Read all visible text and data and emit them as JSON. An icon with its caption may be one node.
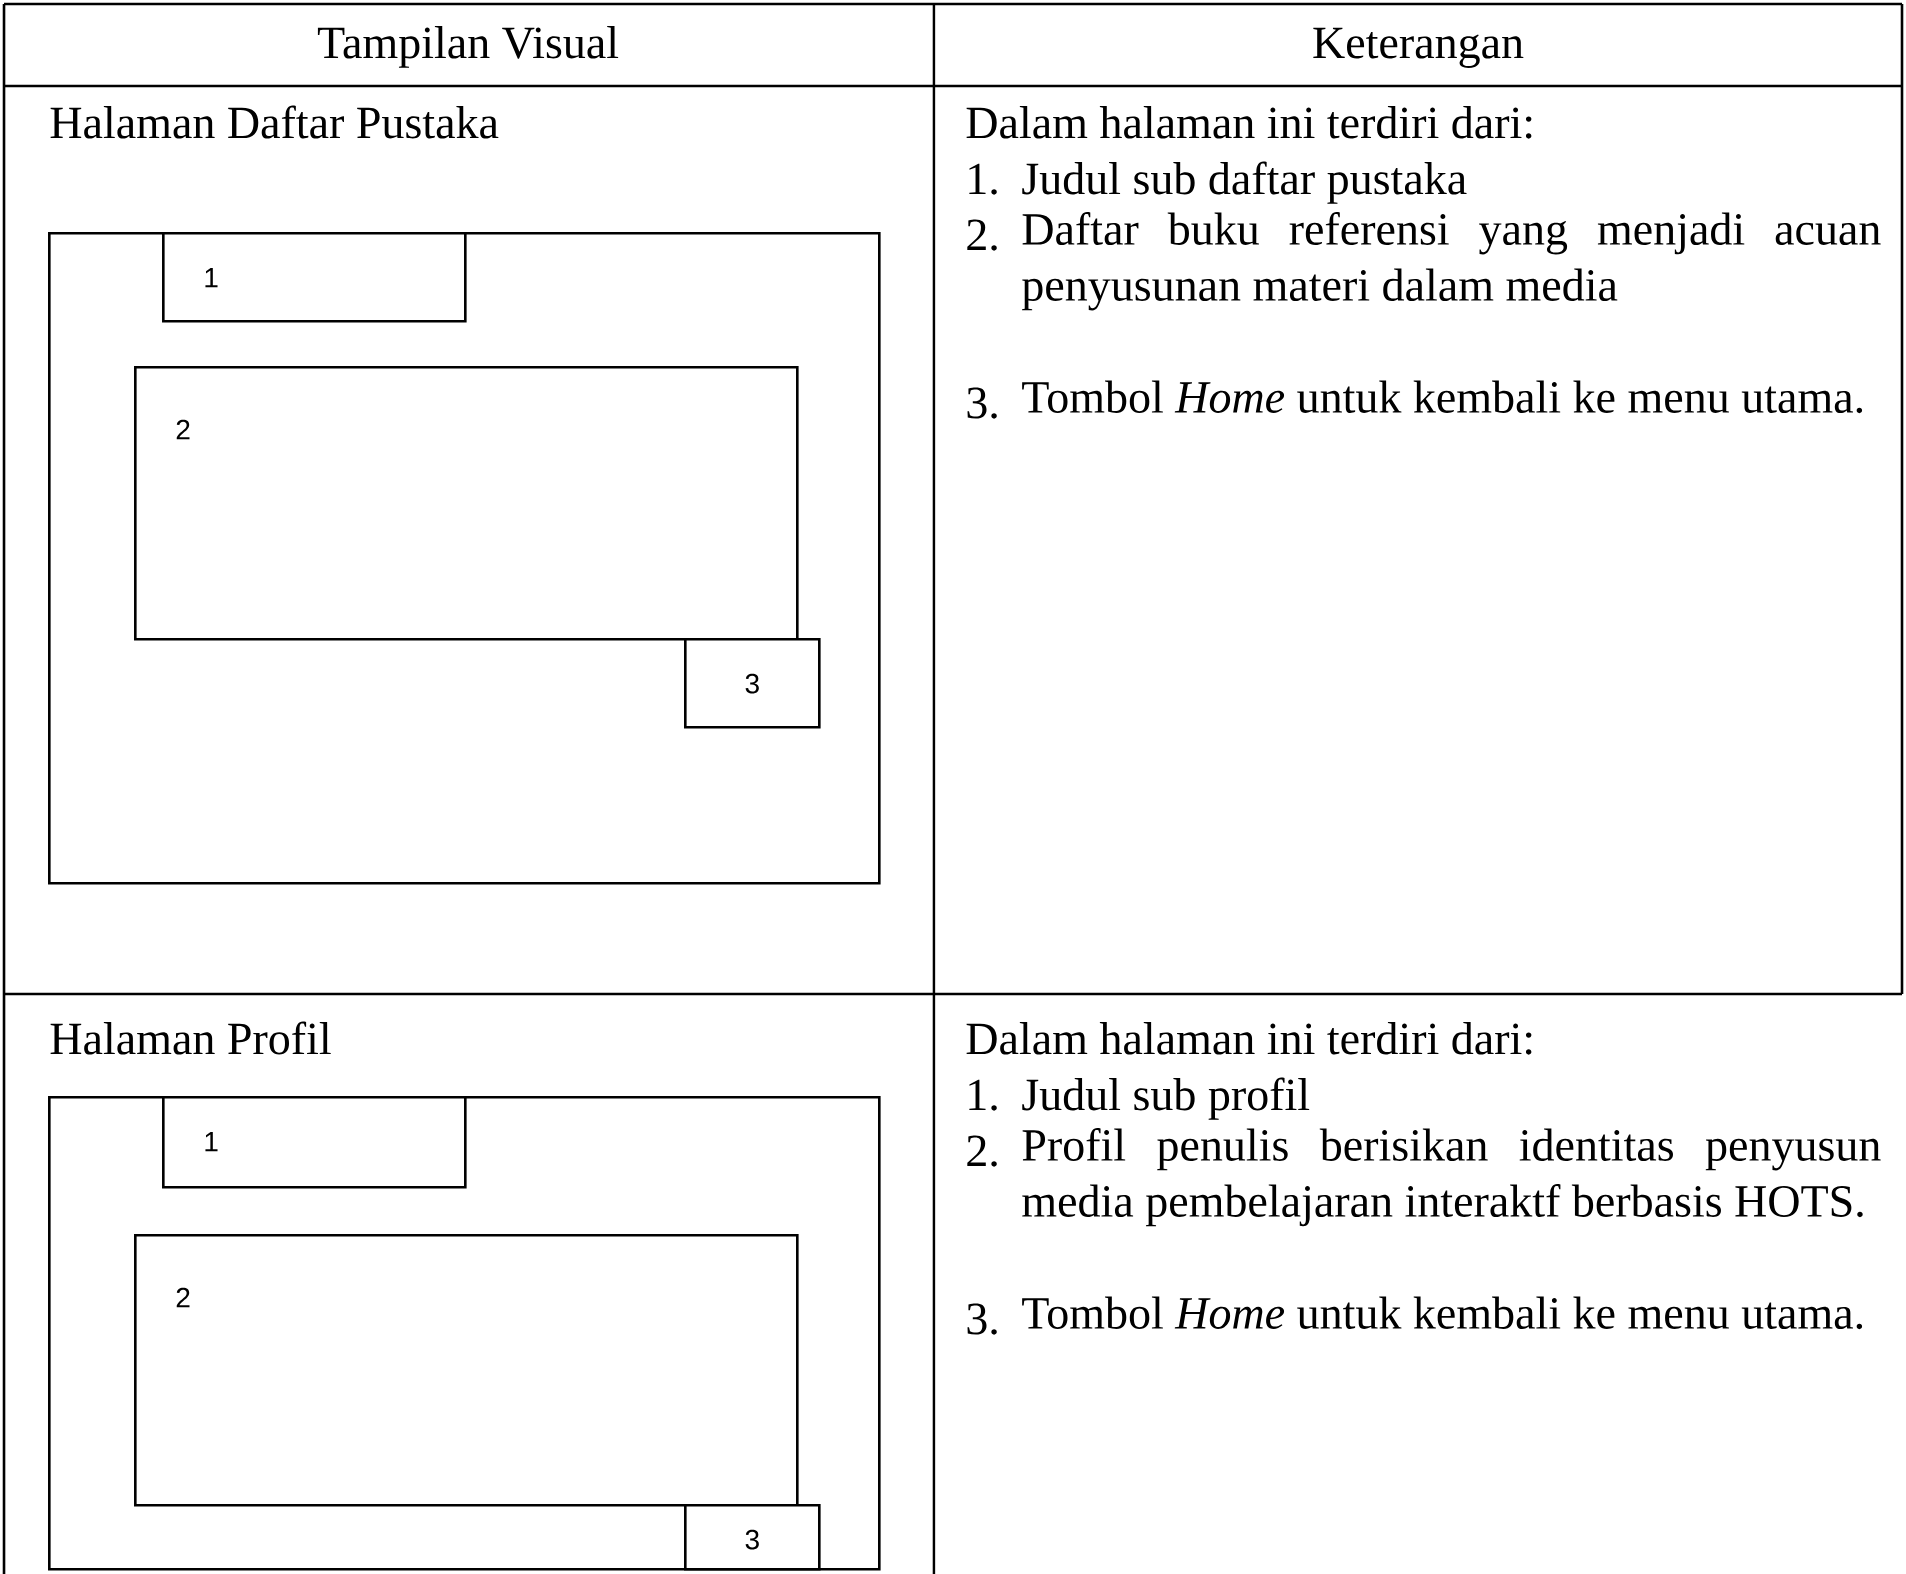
{
  "diagram": {
    "nodes": [
      {
        "text": [],
        "shape": "box"
      },
      {
        "text": [
          "1"
        ],
        "in": 0
      },
      {
        "text": [
          "2"
        ],
        "in": 0
      },
      {
        "text": [
          "3"
        ],
        "in": 0
      },
      {
        "text": [],
        "shape": "box"
      },
      {
        "text": [
          "1"
        ],
        "in": 4
      },
      {
        "text": [
          "2"
        ],
        "in": 4
      },
      {
        "text": [
          "3"
        ],
        "in": 4
      }
    ],
    "edges": [],
    "labels": [
      "Tampilan Visual",
      "Keterangan",
      "Halaman Daftar Pustaka",
      "Dalam halaman ini terdiri dari:",
      "1.",
      "Judul sub daftar pustaka",
      "2.",
      "Daftar buku referensi yang menjadi acuan penyusunan materi dalam media",
      "3.",
      "Tombol *Home* untuk kembali ke menu utama.",
      "Halaman Profil",
      "Dalam halaman ini terdiri dari:",
      "1.",
      "Judul sub profil",
      "2.",
      "Profil penulis berisikan identitas penyusun media pembelajaran interaktf berbasis HOTS.",
      "3.",
      "Tombol *Home* untuk kembali ke menu utama."
    ]
  }
}
